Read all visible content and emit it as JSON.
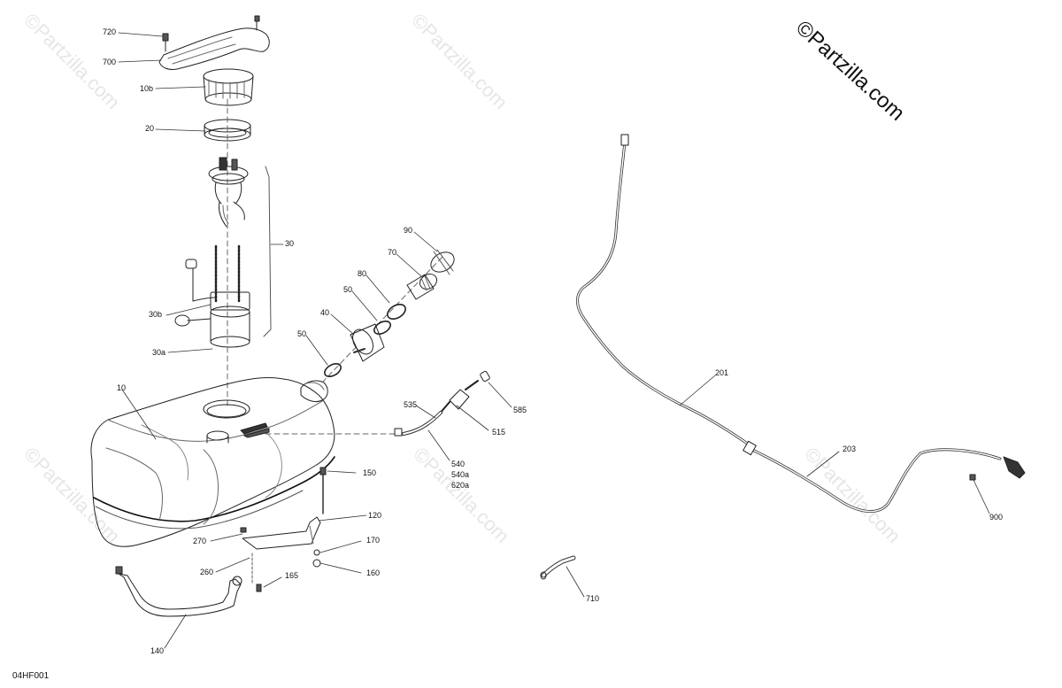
{
  "brand": "©Partzilla.com",
  "watermark": "©Partzilla.com",
  "diagram_code": "04HF001",
  "callouts": {
    "c720": "720",
    "c700": "700",
    "c10b": "10b",
    "c20": "20",
    "c30": "30",
    "c30b": "30b",
    "c30a": "30a",
    "c10": "10",
    "c90": "90",
    "c70": "70",
    "c80": "80",
    "c50_top": "50",
    "c40": "40",
    "c50_low": "50",
    "c535": "535",
    "c585": "585",
    "c515": "515",
    "c540": "540",
    "c540a": "540a",
    "c620a": "620a",
    "c150": "150",
    "c120": "120",
    "c270": "270",
    "c170": "170",
    "c260": "260",
    "c160": "160",
    "c165": "165",
    "c140": "140",
    "c710": "710",
    "c201": "201",
    "c203": "203",
    "c900": "900"
  }
}
